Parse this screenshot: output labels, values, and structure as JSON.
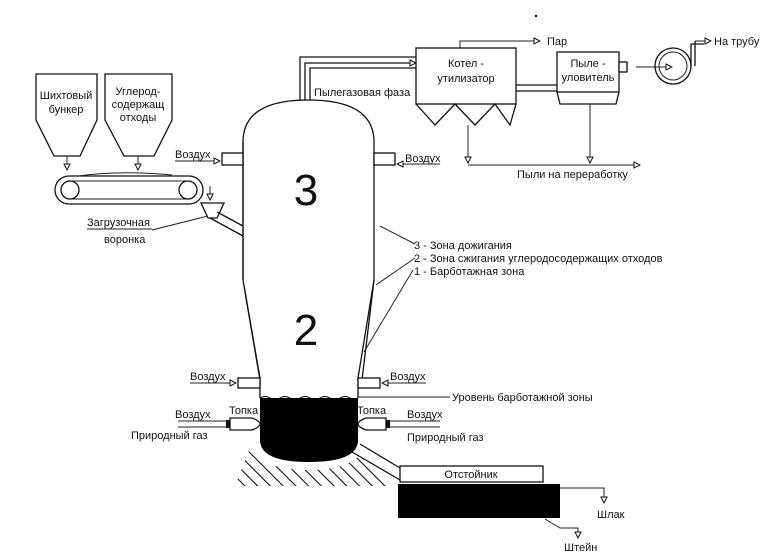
{
  "diagram": {
    "bunkers": {
      "charge_line1": "Шихтовый",
      "charge_line2": "бункер",
      "carbon_line1": "Углерод-",
      "carbon_line2": "содержащ",
      "carbon_line3": "отходы"
    },
    "loading_funnel": {
      "line1": "Загрузочная",
      "line2": "воронка"
    },
    "furnace": {
      "zone_top_number": "3",
      "zone_mid_number": "2",
      "gas_phase_label": "Пылегазовая фаза",
      "air_label": "Воздух",
      "bubbling_level_label": "Уровень барботажной зоны",
      "burner_label": "Топка",
      "natural_gas_label": "Природный газ"
    },
    "zones_legend": [
      "3 - Зона дожигания",
      "2 - Зона сжигания углеродосодержащих отходов",
      "1 - Барботажная зона"
    ],
    "boiler": {
      "line1": "Котел -",
      "line2": "утилизатор",
      "steam_label": "Пар"
    },
    "dust_collector": {
      "line1": "Пыле -",
      "line2": "уловитель"
    },
    "fan": {
      "to_stack_label": "На трубу"
    },
    "dust_recycling_label": "Пыли на переработку",
    "settler": {
      "label": "Отстойник",
      "slag_label": "Шлак",
      "matte_label": "Штейн"
    }
  }
}
